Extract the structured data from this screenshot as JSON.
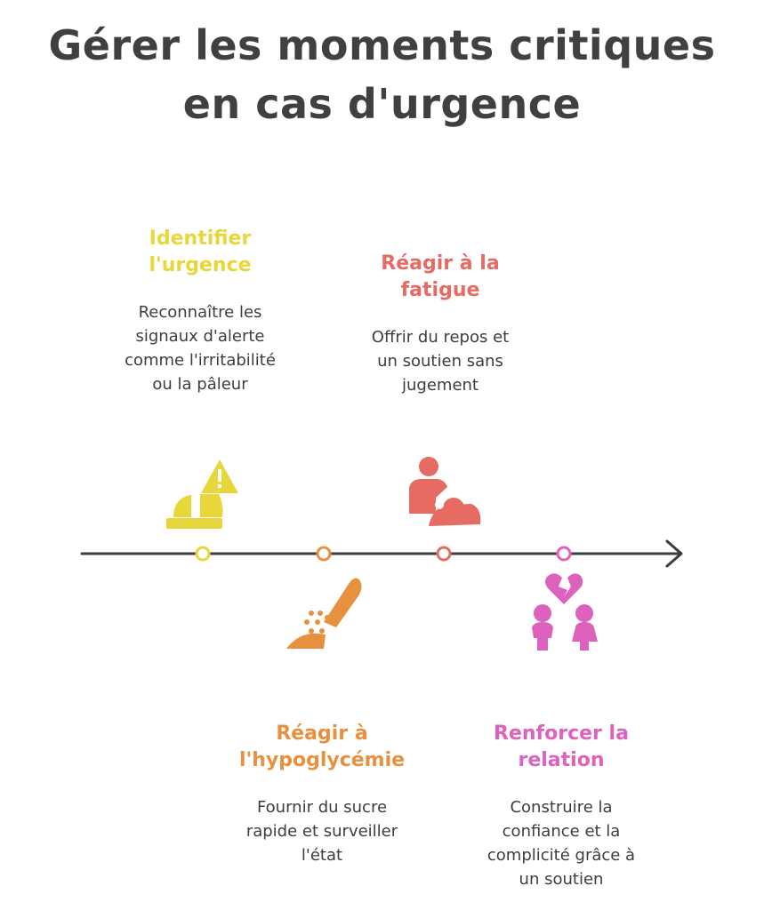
{
  "title": {
    "line1": "Gérer les moments critiques",
    "line2": "en cas d'urgence"
  },
  "colors": {
    "yellow": "#e7d73b",
    "red": "#e56b63",
    "orange": "#e6913f",
    "pink": "#dd62bd",
    "axis": "#3d3d3d"
  },
  "steps": [
    {
      "heading": [
        "Identifier",
        "l'urgence"
      ],
      "desc": [
        "Reconnaître les",
        "signaux d'alerte",
        "comme l'irritabilité",
        "ou la pâleur"
      ],
      "icon": "hard-hat-warning-icon"
    },
    {
      "heading": [
        "Réagir à la",
        "fatigue"
      ],
      "desc": [
        "Offrir du repos et",
        "un soutien sans",
        "jugement"
      ],
      "icon": "caregiver-icon"
    },
    {
      "heading": [
        "Réagir à",
        "l'hypoglycémie"
      ],
      "desc": [
        "Fournir du sucre",
        "rapide et surveiller",
        "l'état"
      ],
      "icon": "sugar-pouring-icon"
    },
    {
      "heading": [
        "Renforcer la",
        "relation"
      ],
      "desc": [
        "Construire la",
        "confiance et la",
        "complicité grâce à",
        "un soutien"
      ],
      "icon": "broken-heart-couple-icon"
    }
  ]
}
